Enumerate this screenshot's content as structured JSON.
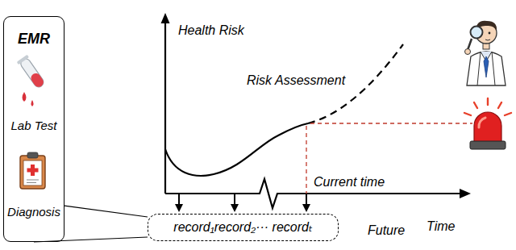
{
  "diagram": {
    "nodes": [
      {
        "text": [
          "EMR",
          "Lab Test",
          "Diagnosis"
        ]
      },
      {
        "text": [
          "record₁record₂··· recordₜ"
        ]
      }
    ],
    "edges": [
      {
        "from": 0,
        "to": 1,
        "arrow": "none"
      },
      {
        "from": 0,
        "to": 1,
        "arrow": "none"
      }
    ],
    "labels": [
      "Health Risk",
      "Risk Assessment",
      "Current time",
      "Time",
      "Future"
    ]
  }
}
